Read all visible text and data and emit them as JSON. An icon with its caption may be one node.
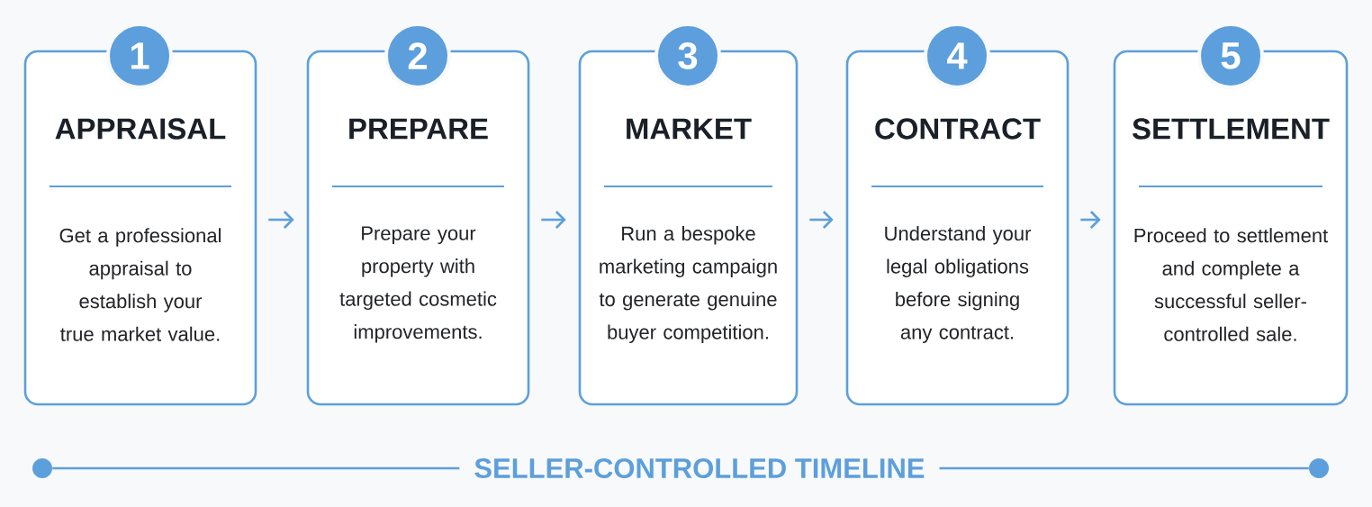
{
  "diagram": {
    "nodes": [
      {
        "text": [
          "APPRAISAL",
          "Get a professional appraisal to establish your true market value."
        ]
      },
      {
        "text": [
          "1"
        ]
      },
      {
        "text": [
          "PREPARE",
          "Prepare your property with targeted cosmetic improvements."
        ]
      },
      {
        "text": [
          "2"
        ]
      },
      {
        "text": [
          "MARKET",
          "Run a bespoke marketing campaign to generate genuine buyer competition."
        ]
      },
      {
        "text": [
          "3"
        ]
      },
      {
        "text": [
          "CONTRACT",
          "Understand your legal obligations before signing any contract."
        ]
      },
      {
        "text": [
          "4"
        ]
      },
      {
        "text": [
          "SETTLEMENT",
          "Proceed to settlement and complete a successful seller-controlled sale."
        ]
      },
      {
        "text": [
          "5"
        ]
      },
      {
        "text": [],
        "shape": "circle"
      },
      {
        "text": [],
        "shape": "circle"
      }
    ],
    "edges": [
      {
        "from": 0,
        "to": 2,
        "arrow": "to"
      },
      {
        "from": 2,
        "to": 4,
        "arrow": "to"
      },
      {
        "from": 4,
        "to": 6,
        "arrow": "to"
      },
      {
        "from": 6,
        "to": 8,
        "arrow": "to"
      },
      {
        "from": 10,
        "to": 11,
        "arrow": "none",
        "label": "SELLER-CONTROLLED TIMELINE"
      }
    ]
  }
}
